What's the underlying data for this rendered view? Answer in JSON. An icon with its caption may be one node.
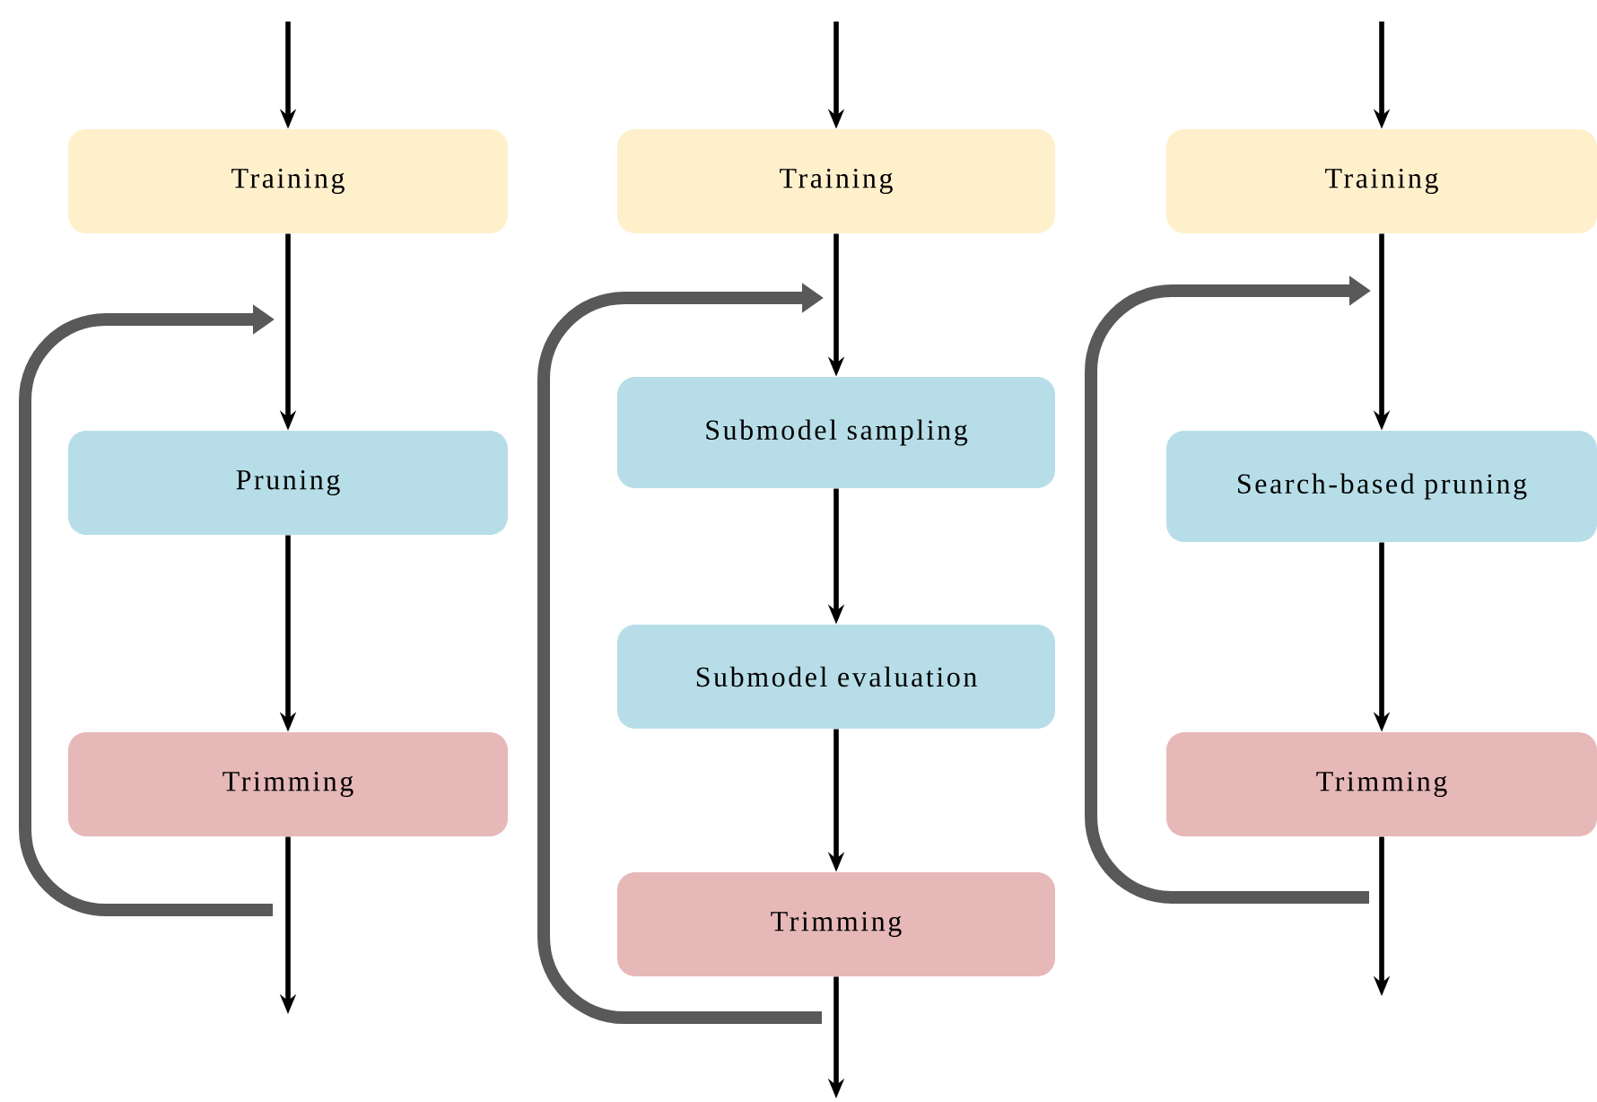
{
  "diagram": {
    "nodes": [
      {
        "text": [
          "Training"
        ]
      },
      {
        "text": [
          "Pruning"
        ]
      },
      {
        "text": [
          "Trimming"
        ]
      },
      {
        "text": [
          "Training"
        ]
      },
      {
        "text": [
          "Submodel sampling"
        ]
      },
      {
        "text": [
          "Submodel evaluation"
        ]
      },
      {
        "text": [
          "Trimming"
        ]
      },
      {
        "text": [
          "Training"
        ]
      },
      {
        "text": [
          "Search-based pruning"
        ]
      },
      {
        "text": [
          "Trimming"
        ]
      }
    ],
    "edges": [
      {
        "from": null,
        "to": 0,
        "arrow": "to"
      },
      {
        "from": 0,
        "to": 1,
        "arrow": "to"
      },
      {
        "from": 1,
        "to": 2,
        "arrow": "to"
      },
      {
        "from": 2,
        "to": null,
        "arrow": "to"
      },
      {
        "from": null,
        "to": 3,
        "arrow": "to"
      },
      {
        "from": 3,
        "to": 4,
        "arrow": "to"
      },
      {
        "from": 4,
        "to": 5,
        "arrow": "to"
      },
      {
        "from": 5,
        "to": 6,
        "arrow": "to"
      },
      {
        "from": 6,
        "to": null,
        "arrow": "to"
      },
      {
        "from": null,
        "to": 7,
        "arrow": "to"
      },
      {
        "from": 7,
        "to": 8,
        "arrow": "to"
      },
      {
        "from": 8,
        "to": 9,
        "arrow": "to"
      },
      {
        "from": 9,
        "to": null,
        "arrow": "to"
      }
    ]
  }
}
